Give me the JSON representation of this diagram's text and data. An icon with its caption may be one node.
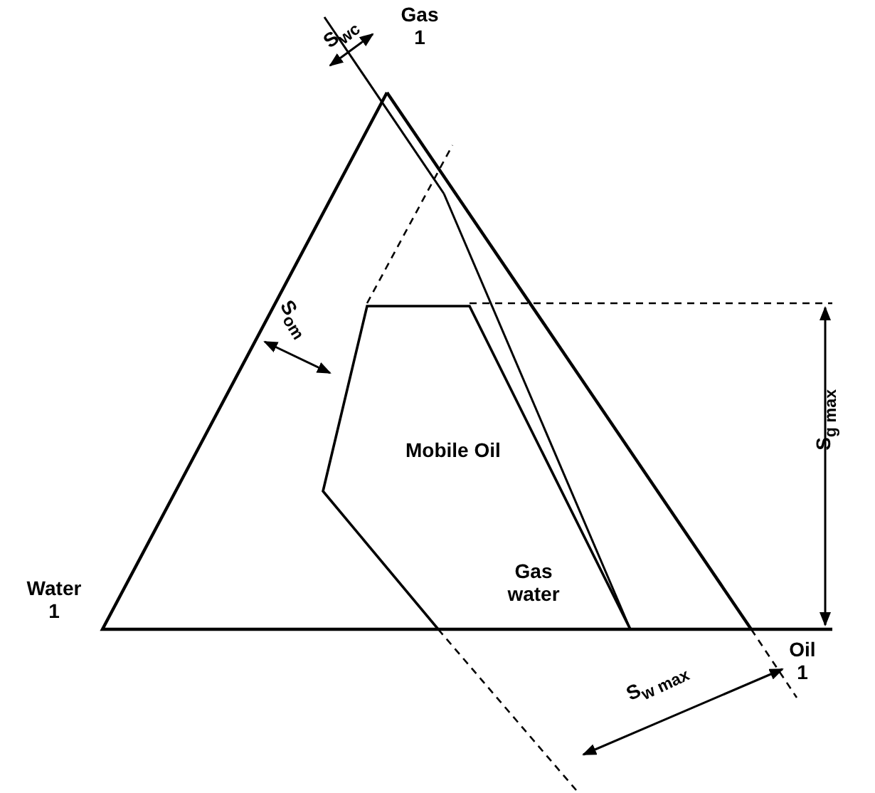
{
  "diagram": {
    "nodes": [
      {
        "text": [
          "Mobile Oil",
          "Gas water"
        ]
      }
    ],
    "edges": [],
    "labels": [
      "Gas 1",
      "S$_{wc}$",
      "S$_{om}$",
      "S$_{g max}$",
      "Water 1",
      "Oil 1",
      "S$_{w max}$"
    ]
  }
}
